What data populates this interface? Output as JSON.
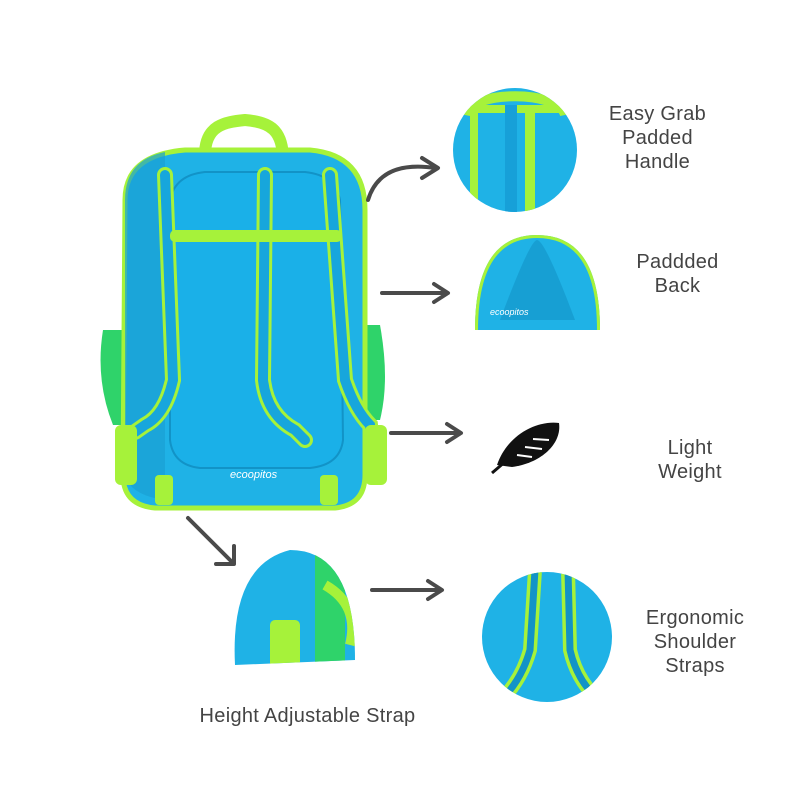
{
  "colors": {
    "backpack_blue": "#1fb2e6",
    "backpack_blue_dark": "#1293c7",
    "trim_green": "#a6f23a",
    "mesh_green": "#2fd36a",
    "arrow": "#4a4a4a",
    "text": "#444444",
    "feather": "#111111"
  },
  "brand": {
    "logo_text": "ecoopitos"
  },
  "features": [
    {
      "label": "Easy Grab\nPadded\nHandle",
      "icon": "handle-closeup-photo"
    },
    {
      "label": "Paddded\nBack",
      "icon": "back-closeup-photo"
    },
    {
      "label": "Light\nWeight",
      "icon": "feather-icon"
    },
    {
      "label": "Ergonomic\nShoulder\nStraps",
      "icon": "straps-closeup-photo"
    },
    {
      "label": "Height Adjustable Strap",
      "icon": "strap-closeup-photo"
    }
  ]
}
